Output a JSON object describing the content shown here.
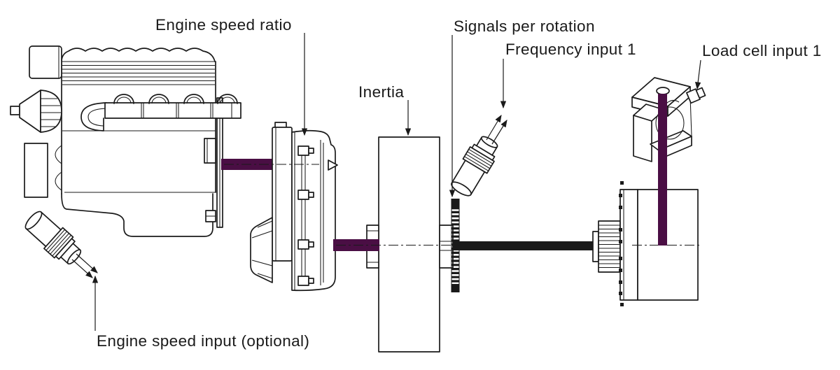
{
  "diagram": {
    "type": "engine-dynamometer-schematic",
    "labels": {
      "engine_speed_ratio": "Engine speed ratio",
      "inertia": "Inertia",
      "signals_per_rotation": "Signals per rotation",
      "frequency_input_1": "Frequency input 1",
      "load_cell_input_1": "Load cell input 1",
      "engine_speed_input": "Engine speed input (optional)"
    },
    "components": [
      "engine",
      "engine-speed-sensor",
      "gearbox",
      "input-shaft",
      "output-shaft",
      "inertia-wheel",
      "encoder-disc",
      "frequency-sensor",
      "dyno-shaft",
      "spline-coupling",
      "brake",
      "torque-rod",
      "load-cell"
    ],
    "colors": {
      "shaft_purple": "#4A0E44",
      "line": "#1a1a1a",
      "background": "#ffffff"
    }
  }
}
